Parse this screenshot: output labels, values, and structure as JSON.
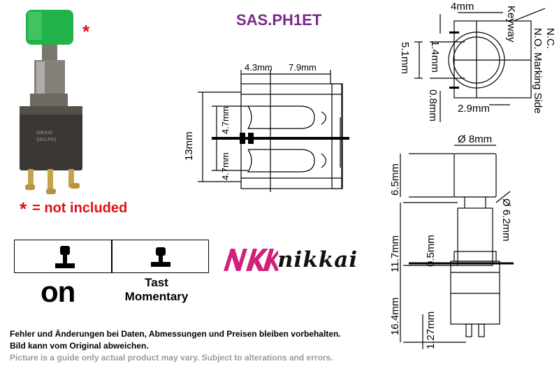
{
  "title": "SAS.PH1ET",
  "asterisk": "*",
  "not_included": "= not included",
  "switch_table": {
    "on_label": "on",
    "tast_label": "Tast",
    "momentary_label": "Momentary"
  },
  "logo_text": "nikkai",
  "disclaimer": {
    "line1": "Fehler und Änderungen bei Daten, Abmessungen und Preisen bleiben vorbehalten.",
    "line2": "Bild kann vom Original abweichen.",
    "line3": "Picture is a guide only actual product may vary. Subject to alterations and errors."
  },
  "side_view": {
    "dim_4_3": "4.3mm",
    "dim_7_9": "7.9mm",
    "dim_13": "13mm",
    "dim_4_7a": "4.7mm",
    "dim_4_7b": "4.7mm"
  },
  "top_view": {
    "dim_4": "4mm",
    "dim_1_4": "1.4mm",
    "dim_5_1": "5.1mm",
    "dim_0_8": "0.8mm",
    "dim_2_9": "2.9mm",
    "keyway": "Keyway",
    "nc": "N.C.",
    "no_marking": "N.O. Marking Side"
  },
  "front_view": {
    "dim_dia8": "Ø 8mm",
    "dim_6_5": "6.5mm",
    "dim_dia6_2": "Ø 6.2mm",
    "dim_11_7": "11.7mm",
    "dim_0_5": "0.5mm",
    "dim_16_4": "16.4mm",
    "dim_1_27": "1.27mm"
  },
  "colors": {
    "title": "#7a2a8a",
    "red": "#e01010",
    "cap_green": "#22b24a",
    "logo_magenta": "#d0207a"
  }
}
